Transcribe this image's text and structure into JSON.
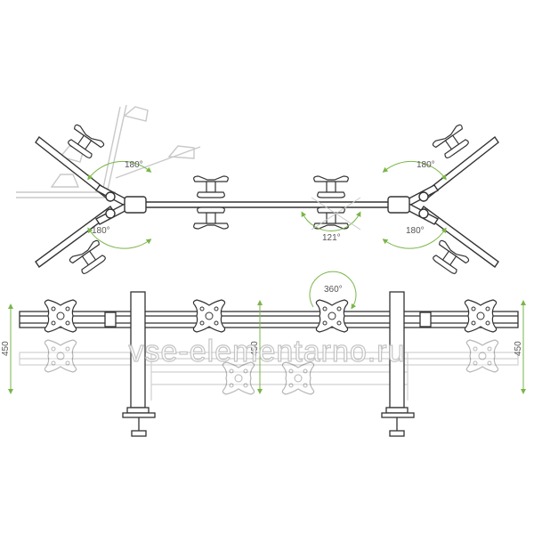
{
  "top_view": {
    "angle_left_upper": "180°",
    "angle_left_lower": "180°",
    "angle_center": "121°",
    "angle_right_upper": "180°",
    "angle_right_lower": "180°"
  },
  "front_view": {
    "rotation_label": "360°",
    "height_left": "450",
    "height_center": "450",
    "height_right": "450"
  },
  "watermark": "vse-elementarno.ru",
  "colors": {
    "line": "#333333",
    "ghost": "#c8c8c8",
    "accent": "#7ab648",
    "text": "#555555"
  }
}
